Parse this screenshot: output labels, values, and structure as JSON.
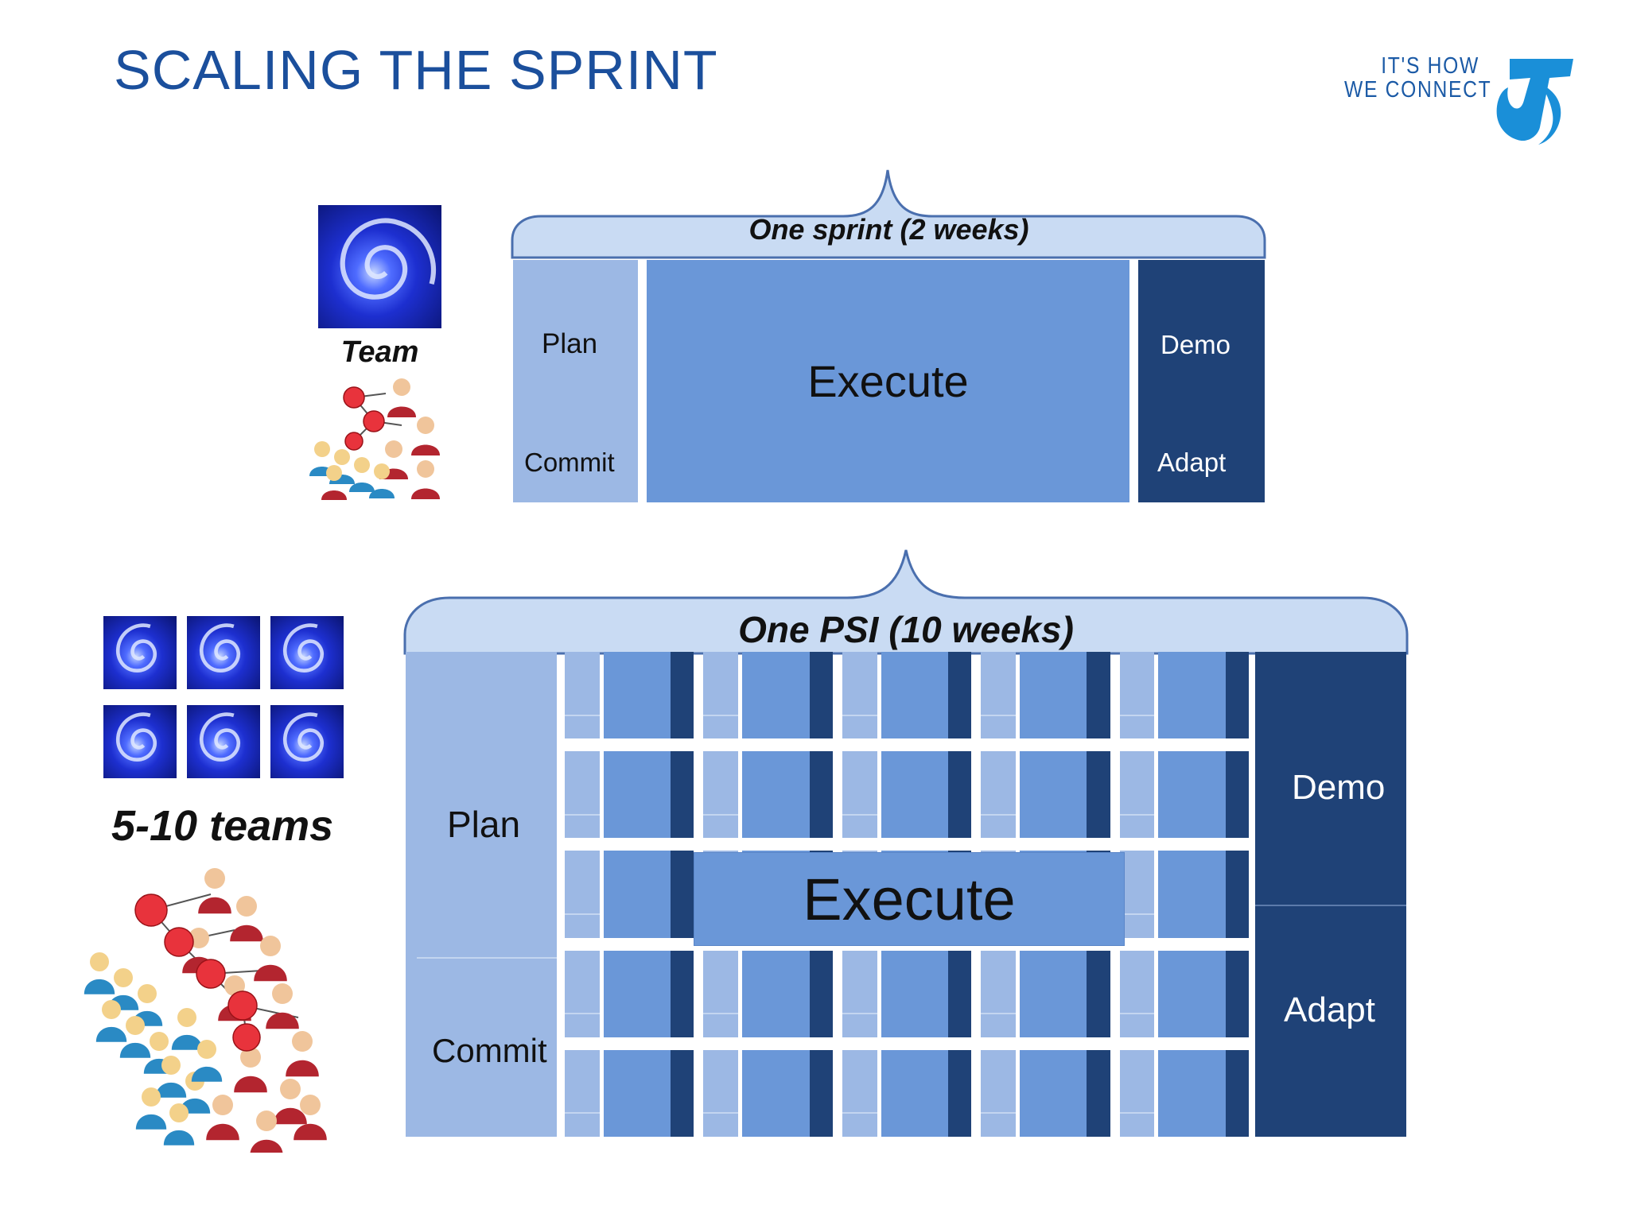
{
  "slide": {
    "title": "SCALING THE SPRINT",
    "brand": {
      "tagline_line1": "IT'S HOW",
      "tagline_line2": "WE CONNECT",
      "logo_icon": "telstra-t-logo",
      "accent": "#1b5aa6",
      "logo_color": "#1a8fd8"
    }
  },
  "sprint": {
    "brace_label": "One sprint (2 weeks)",
    "team_label": "Team",
    "plan": "Plan",
    "commit": "Commit",
    "execute": "Execute",
    "demo": "Demo",
    "adapt": "Adapt"
  },
  "psi": {
    "brace_label": "One PSI (10 weeks)",
    "teams_label": "5-10 teams",
    "plan": "Plan",
    "commit": "Commit",
    "execute": "Execute",
    "demo": "Demo",
    "adapt": "Adapt",
    "team_rows": 5,
    "sprints_per_row": 5
  },
  "colors": {
    "pale": "#9cb8e4",
    "mid": "#6a97d8",
    "dark": "#1f4277",
    "brace": "#c9dbf3",
    "brace_stroke": "#4a6fae"
  }
}
